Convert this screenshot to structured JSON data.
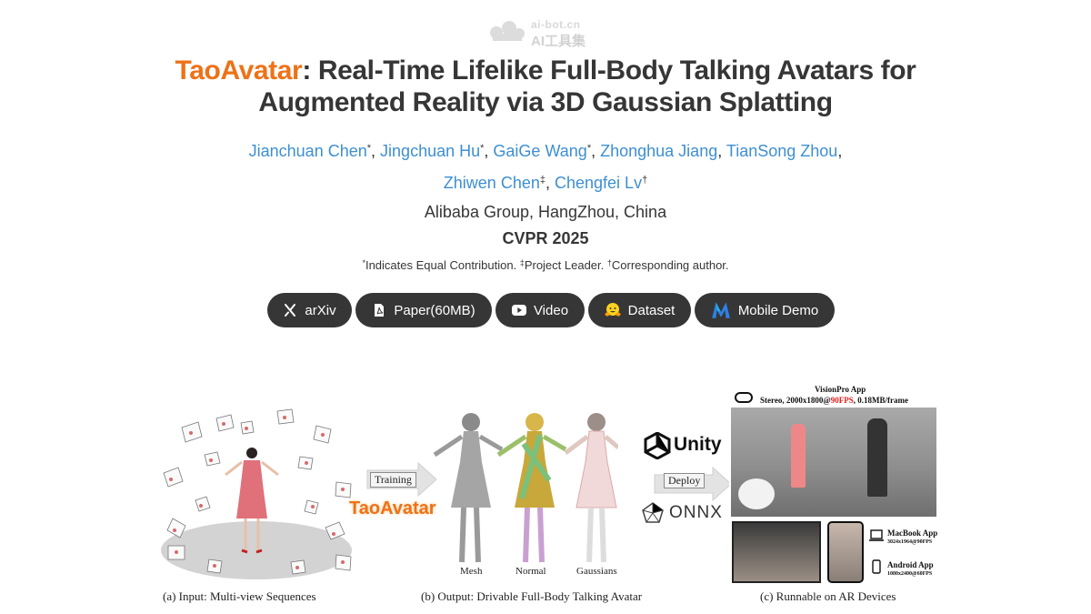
{
  "watermark": {
    "line1": "ai-bot.cn",
    "line2": "AI工具集"
  },
  "title": {
    "brand": "TaoAvatar",
    "rest_line1": ": Real-Time Lifelike Full-Body Talking Avatars for",
    "line2": "Augmented Reality via 3D Gaussian Splatting"
  },
  "authors": [
    {
      "name": "Jianchuan Chen",
      "mark": "*"
    },
    {
      "name": "Jingchuan Hu",
      "mark": "*"
    },
    {
      "name": "GaiGe Wang",
      "mark": "*"
    },
    {
      "name": "Zhonghua Jiang",
      "mark": ""
    },
    {
      "name": "TianSong Zhou",
      "mark": ""
    },
    {
      "name": "Zhiwen Chen",
      "mark": "‡"
    },
    {
      "name": "Chengfei Lv",
      "mark": "†"
    }
  ],
  "affiliation": "Alibaba Group, HangZhou, China",
  "venue": "CVPR 2025",
  "note": {
    "m1": "*",
    "t1": "Indicates Equal Contribution. ",
    "m2": "‡",
    "t2": "Project Leader. ",
    "m3": "†",
    "t3": "Corresponding author."
  },
  "buttons": [
    {
      "label": "arXiv",
      "icon": "arxiv-icon"
    },
    {
      "label": "Paper(60MB)",
      "icon": "pdf-icon"
    },
    {
      "label": "Video",
      "icon": "youtube-icon"
    },
    {
      "label": "Dataset",
      "icon": "huggingface-icon"
    },
    {
      "label": "Mobile Demo",
      "icon": "mnn-icon"
    }
  ],
  "figure": {
    "captions": {
      "a": "(a) Input: Multi-view Sequences",
      "b": "(b) Output: Drivable Full-Body Talking Avatar",
      "c": "(c) Runnable on AR Devices"
    },
    "arrow_training": "Training",
    "arrow_deploy": "Deploy",
    "method_name": "TaoAvatar",
    "render_labels": {
      "mesh": "Mesh",
      "normal": "Normal",
      "gaussians": "Gaussians"
    },
    "engines": {
      "unity": "Unity",
      "onnx": "ONNX"
    },
    "visionpro": {
      "title": "VisionPro App",
      "spec_a": "Stereo, 2000x1800@",
      "spec_fps": "90FPS",
      "spec_b": ", 0.18MB/frame"
    },
    "macbook": {
      "title": "MacBook App",
      "spec": "3024x1964@90FPS"
    },
    "android": {
      "title": "Android App",
      "spec": "1080x2400@60FPS"
    },
    "colors": {
      "brand_orange": "#ee7218",
      "author_blue": "#3d8fd1",
      "button_dark": "#363636",
      "fps_red": "#e02020"
    }
  }
}
